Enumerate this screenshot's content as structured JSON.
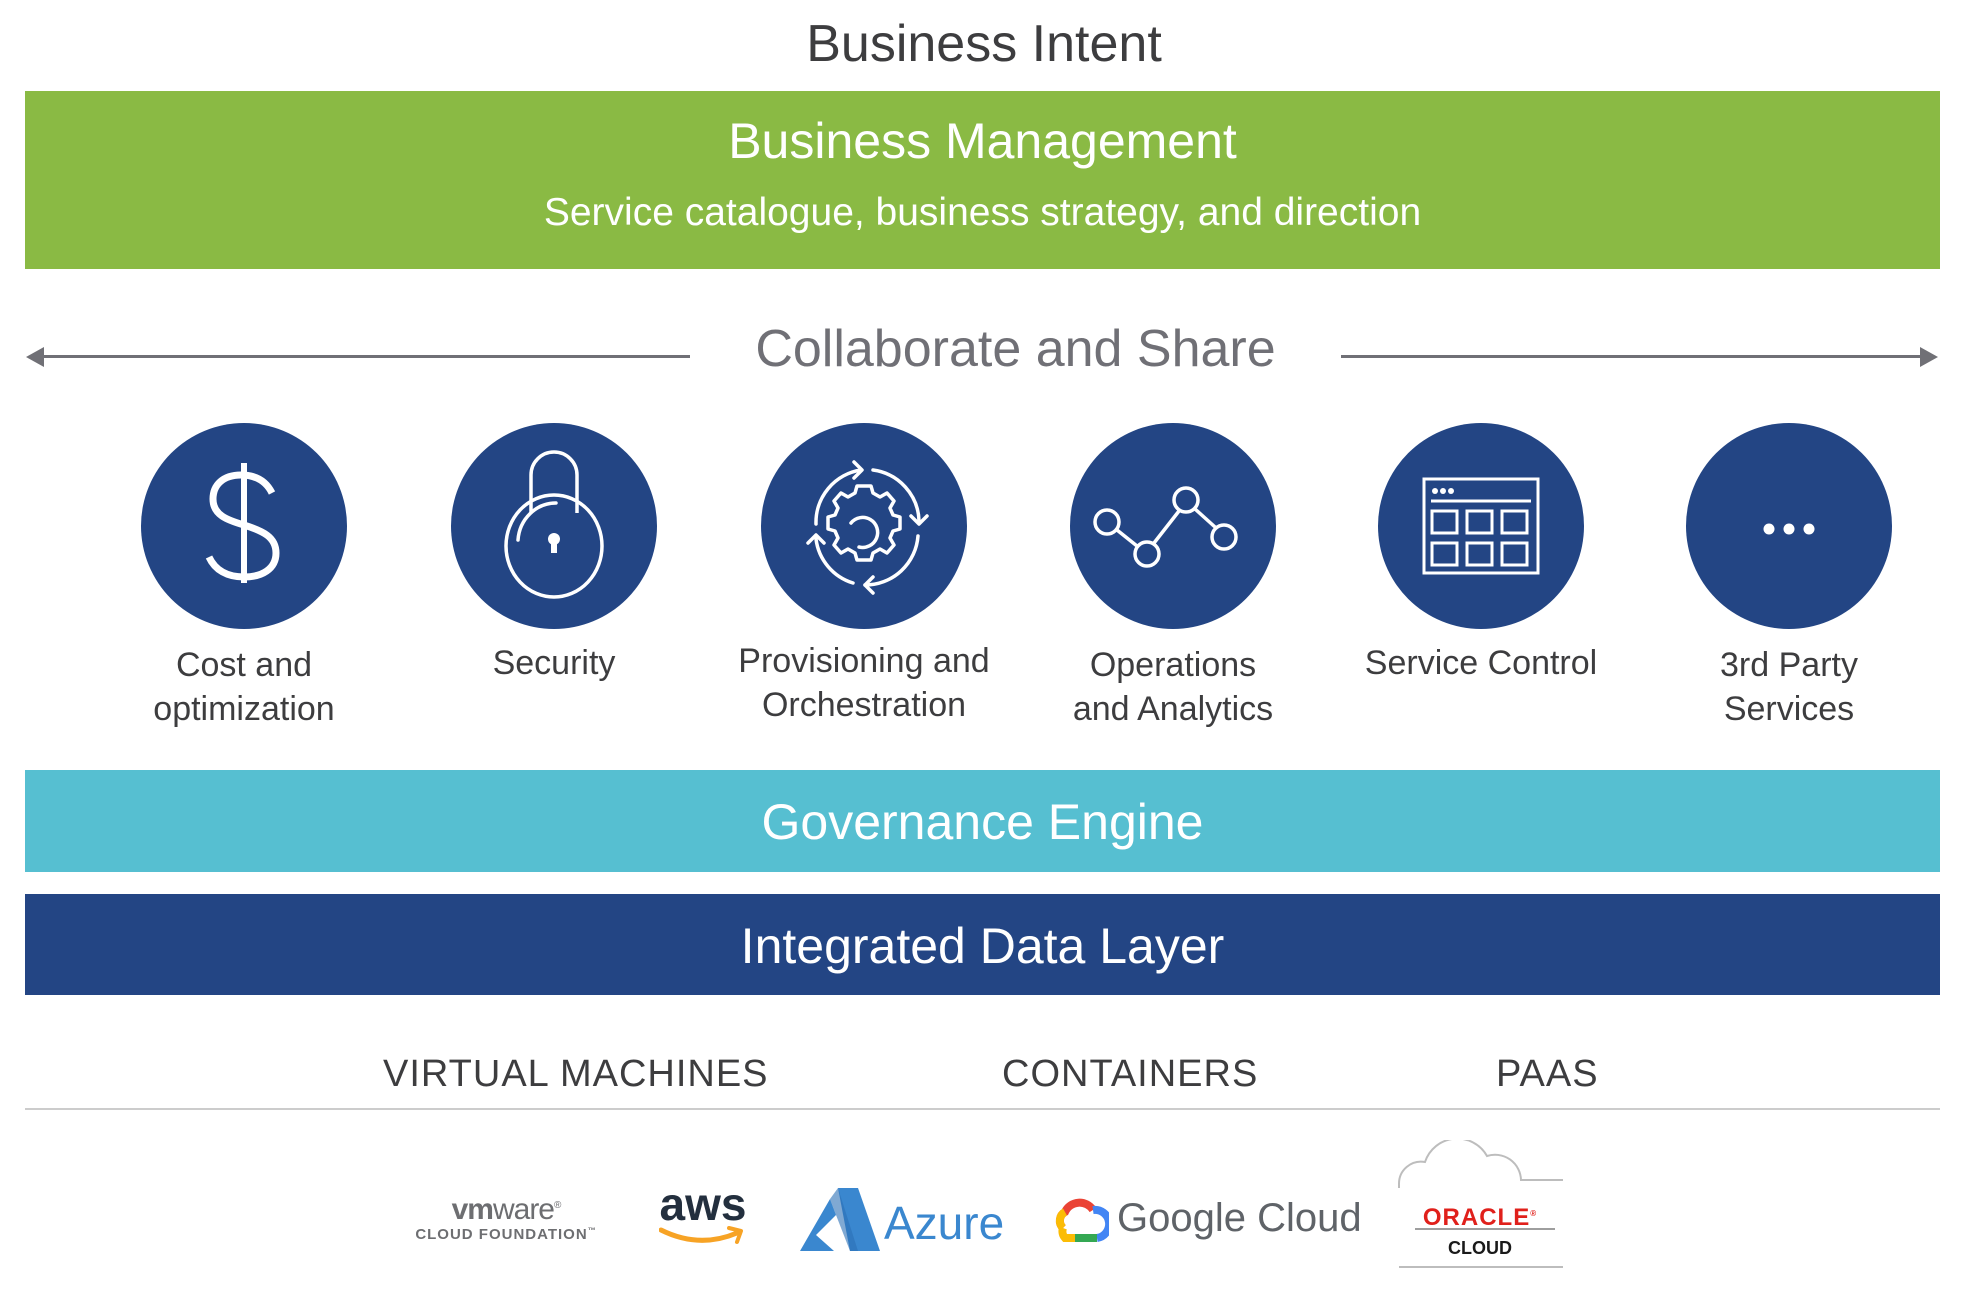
{
  "title": "Business Intent",
  "colors": {
    "business_band": "#8aba44",
    "governance_band": "#56bfd1",
    "data_layer_band": "#234584",
    "capability_circle": "#234584",
    "arrow_gray": "#707076",
    "text_dark": "#3d3d3f"
  },
  "business_management": {
    "title": "Business Management",
    "subtitle": "Service catalogue, business strategy, and direction"
  },
  "collaborate": {
    "label": "Collaborate and Share",
    "left_arrow_icon": "arrow-left",
    "right_arrow_icon": "arrow-right"
  },
  "capabilities": [
    {
      "icon": "dollar-icon",
      "line1": "Cost and",
      "line2": "optimization"
    },
    {
      "icon": "padlock-icon",
      "line1": "Security",
      "line2": ""
    },
    {
      "icon": "gear-cycle-icon",
      "line1": "Provisioning and",
      "line2": "Orchestration"
    },
    {
      "icon": "line-graph-nodes-icon",
      "line1": "Operations",
      "line2": "and Analytics"
    },
    {
      "icon": "app-grid-window-icon",
      "line1": "Service Control",
      "line2": ""
    },
    {
      "icon": "ellipsis-icon",
      "line1": "3rd Party",
      "line2": "Services"
    }
  ],
  "governance_engine": {
    "title": "Governance Engine"
  },
  "integrated_data_layer": {
    "title": "Integrated Data Layer"
  },
  "categories": [
    "VIRTUAL MACHINES",
    "CONTAINERS",
    "PAAS"
  ],
  "logos": {
    "vmware": {
      "word_bold": "vm",
      "word_light": "ware",
      "reg": "®",
      "sub": "CLOUD FOUNDATION",
      "tm": "™"
    },
    "aws": {
      "word": "aws"
    },
    "azure": {
      "word": "Azure"
    },
    "google": {
      "word": "Google Cloud"
    },
    "oracle": {
      "word": "ORACLE",
      "reg": "®",
      "sub": "CLOUD"
    }
  }
}
